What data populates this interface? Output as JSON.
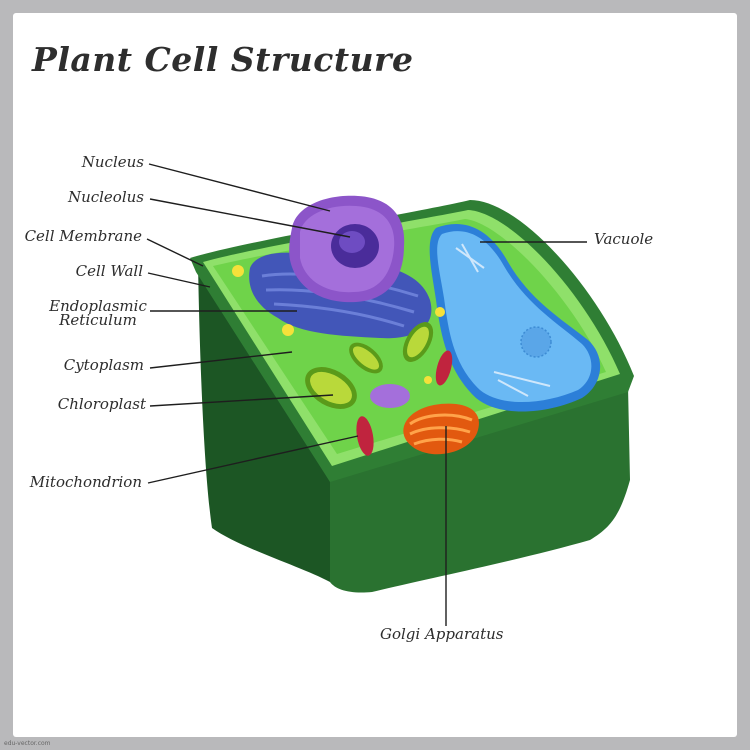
{
  "title": "Plant Cell Structure",
  "labels": {
    "nucleus": "Nucleus",
    "nucleolus": "Nucleolus",
    "cell_membrane": "Cell Membrane",
    "cell_wall": "Cell Wall",
    "er_line1": "Endoplasmic",
    "er_line2": "Reticulum",
    "cytoplasm": "Cytoplasm",
    "chloroplast": "Chloroplast",
    "mitochondrion": "Mitochondrion",
    "vacuole": "Vacuole",
    "golgi": "Golgi Apparatus"
  },
  "watermark": "edu-vector.com",
  "colors": {
    "cell_wall_dark": "#1f5e27",
    "cell_wall_mid": "#2f7d34",
    "cytoplasm": "#6fd34a",
    "vacuole": "#5aaef0",
    "nucleus": "#8c55c9",
    "nucleolus": "#4a2c9a",
    "er": "#4a5fc0",
    "chloroplast": "#9acb2a",
    "mitochondrion": "#c0243e",
    "golgi": "#f47a1f"
  }
}
